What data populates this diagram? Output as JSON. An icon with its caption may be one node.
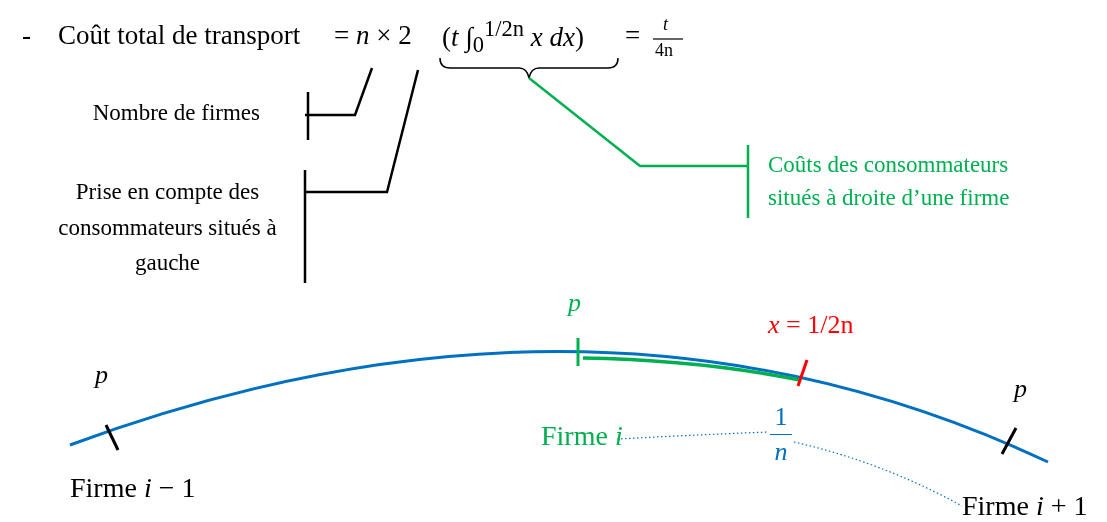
{
  "diagram": {
    "nodes": [
      {
        "text": [
          "Nombre de firmes"
        ]
      },
      {
        "text": [
          "Prise en compte des consommateurs situés à gauche"
        ]
      },
      {
        "text": [
          "Coûts des consommateurs situés à droite d’une firme"
        ]
      },
      {
        "text": [
          "Firme *i*"
        ]
      },
      {
        "text": [
          "1",
          "*n*"
        ]
      },
      {
        "text": [
          "Firme *i* + 1"
        ]
      },
      {
        "text": [],
        "shape": "brace"
      }
    ],
    "edges": [
      {
        "from": 0,
        "to": null,
        "arrow": "none"
      },
      {
        "from": 1,
        "to": null,
        "arrow": "none"
      },
      {
        "from": 2,
        "to": 6,
        "arrow": "none",
        "color": "#00b050"
      },
      {
        "from": 3,
        "to": 4,
        "arrow": "none",
        "style": "dashed",
        "color": "#0070c0"
      },
      {
        "from": 4,
        "to": 5,
        "arrow": "none",
        "style": "dashed",
        "color": "#0070c0"
      }
    ],
    "labels": [
      "-",
      "Coût total de transport",
      "= *n* × 2",
      "(*t* ∫$_{0}$$^{1/2n}$ *x dx*)",
      "=",
      "*t*",
      "4n",
      "*p*",
      "*x* = 1/2n",
      "*p*",
      "*p*",
      "Firme *i* − 1"
    ]
  }
}
